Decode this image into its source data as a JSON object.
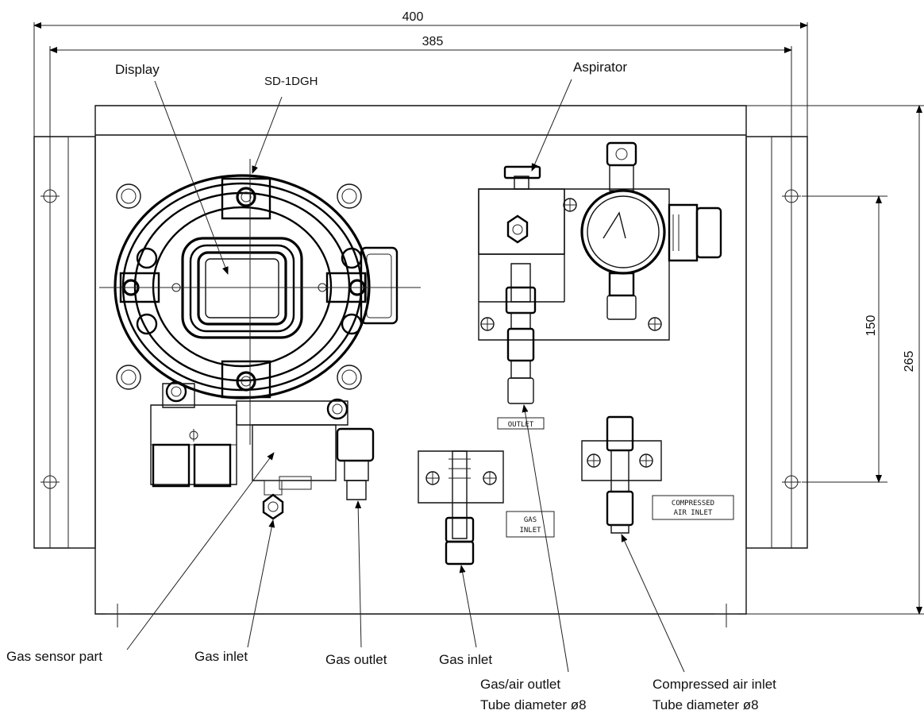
{
  "dimensions": {
    "overall_width": "400",
    "mount_width": "385",
    "overall_height": "265",
    "mount_height": "150"
  },
  "labels": {
    "display": "Display",
    "model": "SD-1DGH",
    "aspirator": "Aspirator",
    "gas_sensor_part": "Gas sensor part",
    "gas_inlet_left": "Gas inlet",
    "gas_outlet": "Gas outlet",
    "gas_inlet_center": "Gas inlet",
    "gas_air_outlet_line1": "Gas/air outlet",
    "gas_air_outlet_line2": "Tube diameter ø8",
    "compressed_air_inlet_line1": "Compressed air inlet",
    "compressed_air_inlet_line2": "Tube diameter ø8"
  },
  "plates": {
    "outlet": "OUTLET",
    "gas_inlet_line1": "GAS",
    "gas_inlet_line2": "INLET",
    "compressed_air_line1": "COMPRESSED",
    "compressed_air_line2": "AIR INLET"
  }
}
